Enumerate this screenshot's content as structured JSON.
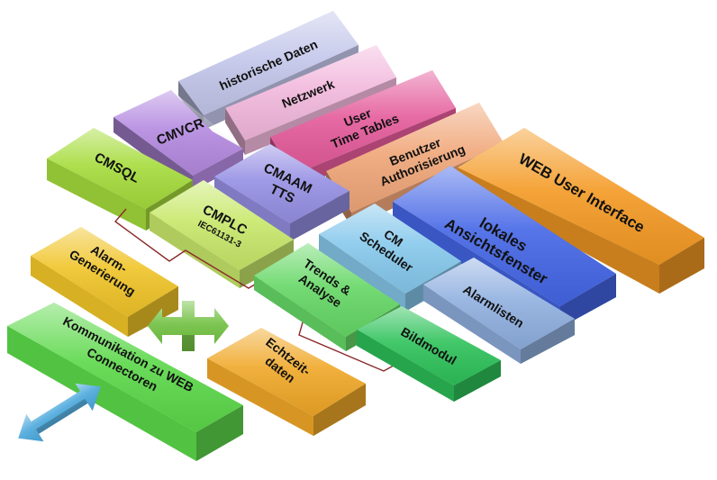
{
  "blocks": {
    "historische_daten": {
      "label": "historische Daten",
      "color": "#c3c6ea"
    },
    "netzwerk": {
      "label": "Netzwerk",
      "color": "#f2b8dc"
    },
    "cmvcr": {
      "label": "CMVCR",
      "color": "#b48ae0"
    },
    "user_time_tables": {
      "line1": "User",
      "line2": "Time Tables",
      "color": "#e45a9a"
    },
    "benutzer_authorisierung": {
      "line1": "Benutzer",
      "line2": "Authorisierung",
      "color": "#f0a678"
    },
    "web_user_interface": {
      "label": "WEB User Interface",
      "color": "#f49a24"
    },
    "cmsql": {
      "label": "CMSQL",
      "color": "#a6dc3c"
    },
    "cmaam_tts": {
      "line1": "CMAAM",
      "line2": "TTS",
      "color": "#9690e4"
    },
    "lokales_ansichtsfenster": {
      "line1": "lokales",
      "line2": "Ansichtsfenster",
      "color": "#4466e6"
    },
    "cmplc": {
      "line1": "CMPLC",
      "line2": "IEC61131-3",
      "color": "#c8e86a"
    },
    "cm_scheduler": {
      "line1": "CM",
      "line2": "Scheduler",
      "color": "#86c8ec"
    },
    "alarm_generierung": {
      "line1": "Alarm-",
      "line2": "Generierung",
      "color": "#f0c428"
    },
    "trends_analyse": {
      "line1": "Trends &",
      "line2": "Analyse",
      "color": "#66d866"
    },
    "alarmlisten": {
      "label": "Alarmlisten",
      "color": "#90b0e0"
    },
    "kommunikation": {
      "line1": "Kommunikation zu WEB",
      "line2": "Connectoren",
      "color": "#5cd84a"
    },
    "echtzeitdaten": {
      "line1": "Echtzeit-",
      "line2": "daten",
      "color": "#f0a828"
    },
    "bildmodul": {
      "label": "Bildmodul",
      "color": "#2ec25a"
    }
  },
  "arrows": {
    "cross_arrow": {
      "icon": "four-way-arrow-icon",
      "color": "#70c040"
    },
    "double_arrow": {
      "icon": "double-arrow-icon",
      "color": "#4aa8dc"
    }
  }
}
